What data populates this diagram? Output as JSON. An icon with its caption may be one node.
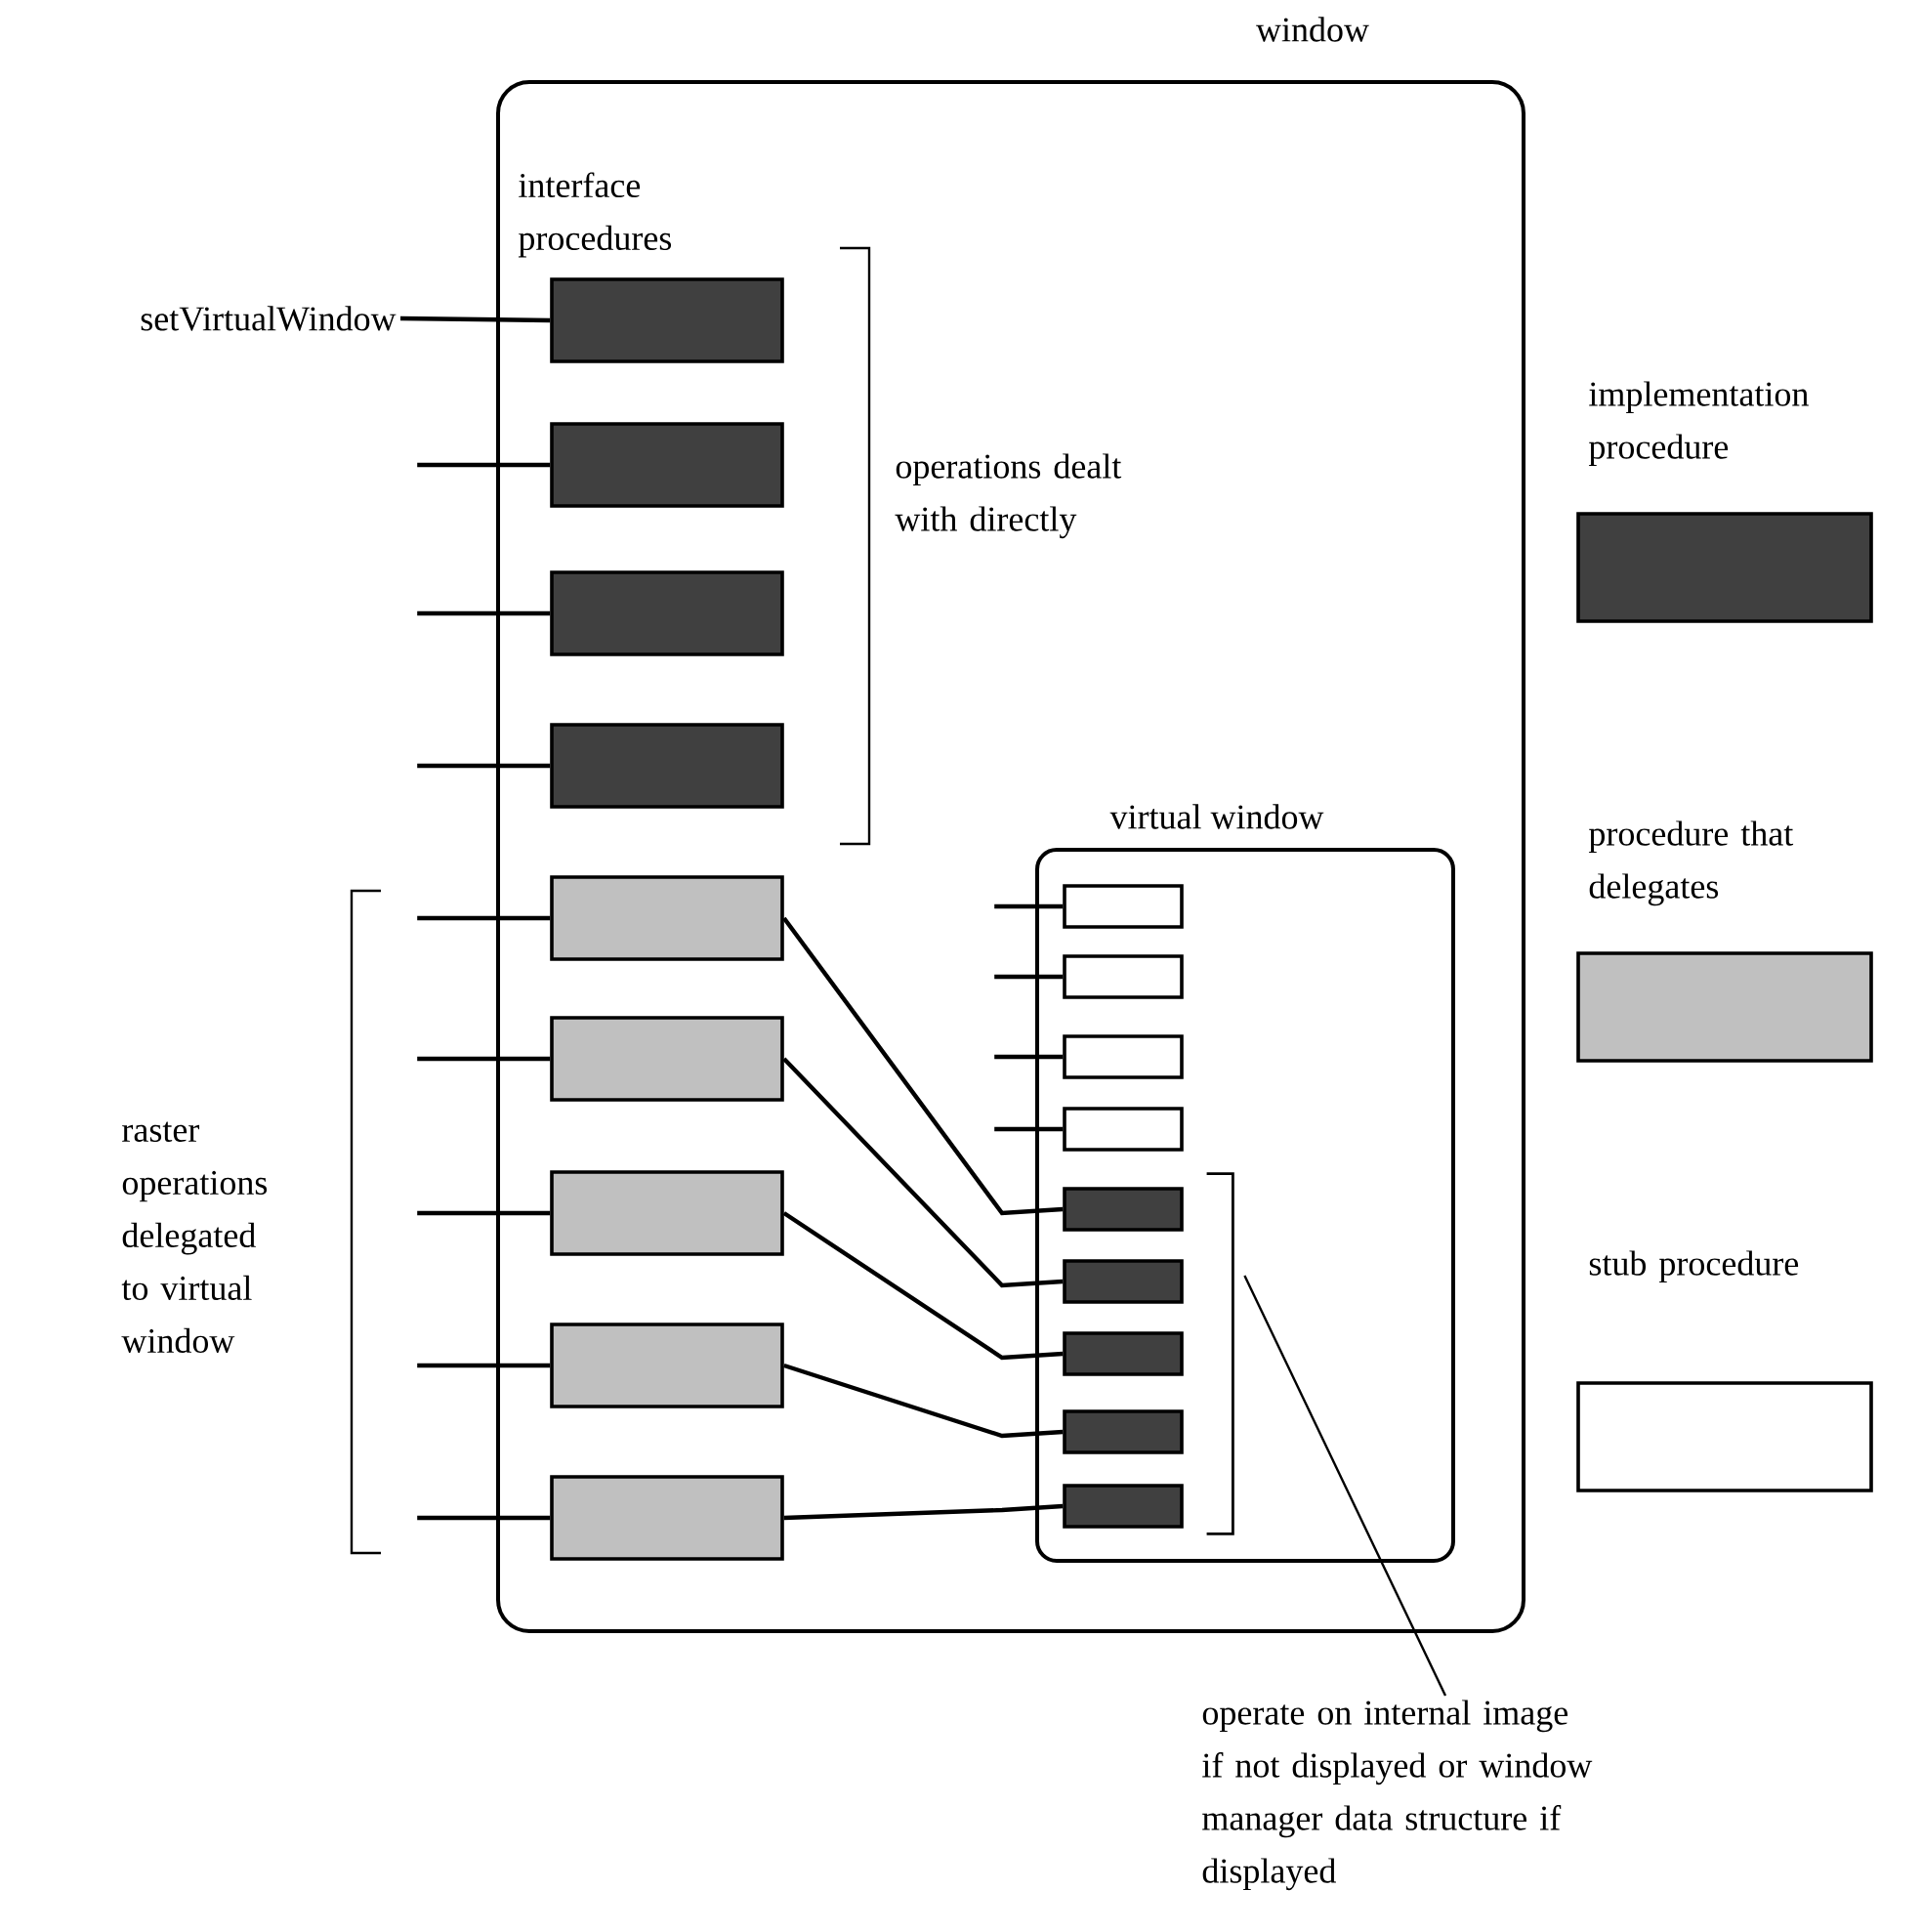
{
  "diagram": {
    "nodes": [
      {
        "text": [
          "window"
        ]
      },
      {
        "text": [
          "setVirtualWindow"
        ]
      },
      {
        "text": [],
        "shape": "box",
        "in": 0
      },
      {
        "text": [],
        "shape": "box",
        "in": 0
      },
      {
        "text": [],
        "shape": "box",
        "in": 0
      },
      {
        "text": [],
        "shape": "box",
        "in": 0
      },
      {
        "text": [],
        "shape": "box",
        "in": 0
      },
      {
        "text": [],
        "shape": "box",
        "in": 0
      },
      {
        "text": [],
        "shape": "box",
        "in": 0
      },
      {
        "text": [],
        "shape": "box",
        "in": 0
      },
      {
        "text": [],
        "shape": "box",
        "in": 0
      },
      {
        "text": [
          "virtual window"
        ],
        "in": 0
      },
      {
        "text": [],
        "shape": "box",
        "in": 11
      },
      {
        "text": [],
        "shape": "box",
        "in": 11
      },
      {
        "text": [],
        "shape": "box",
        "in": 11
      },
      {
        "text": [],
        "shape": "box",
        "in": 11
      },
      {
        "text": [],
        "shape": "box",
        "in": 11
      },
      {
        "text": [],
        "shape": "box",
        "in": 11
      },
      {
        "text": [],
        "shape": "box",
        "in": 11
      },
      {
        "text": [],
        "shape": "box",
        "in": 11
      },
      {
        "text": [],
        "shape": "box",
        "in": 11
      },
      {
        "text": [
          "operate on internal image if not displayed or window manager data structure if displayed"
        ]
      },
      {
        "text": [],
        "shape": "bracket",
        "in": 11
      }
    ],
    "edges": [
      {
        "from": 1,
        "to": 2,
        "arrow": "none"
      },
      {
        "from": null,
        "to": 3,
        "arrow": "none"
      },
      {
        "from": null,
        "to": 4,
        "arrow": "none"
      },
      {
        "from": null,
        "to": 5,
        "arrow": "none"
      },
      {
        "from": null,
        "to": 6,
        "arrow": "none"
      },
      {
        "from": null,
        "to": 7,
        "arrow": "none"
      },
      {
        "from": null,
        "to": 8,
        "arrow": "none"
      },
      {
        "from": null,
        "to": 9,
        "arrow": "none"
      },
      {
        "from": null,
        "to": 10,
        "arrow": "none"
      },
      {
        "from": null,
        "to": 12,
        "arrow": "none"
      },
      {
        "from": null,
        "to": 13,
        "arrow": "none"
      },
      {
        "from": null,
        "to": 14,
        "arrow": "none"
      },
      {
        "from": null,
        "to": 15,
        "arrow": "none"
      },
      {
        "from": 6,
        "to": 16,
        "arrow": "none"
      },
      {
        "from": 7,
        "to": 17,
        "arrow": "none"
      },
      {
        "from": 8,
        "to": 18,
        "arrow": "none"
      },
      {
        "from": 9,
        "to": 19,
        "arrow": "none"
      },
      {
        "from": 10,
        "to": 20,
        "arrow": "none"
      },
      {
        "from": 21,
        "to": 22,
        "arrow": "none"
      }
    ],
    "labels": [
      "interface procedures",
      "operations dealt with directly",
      "raster operations delegated to virtual window"
    ],
    "legend": [
      {
        "text": "implementation procedure",
        "color": "#404040"
      },
      {
        "text": "procedure that delegates",
        "color": "#c0c0c0"
      },
      {
        "text": "stub procedure"
      }
    ]
  }
}
